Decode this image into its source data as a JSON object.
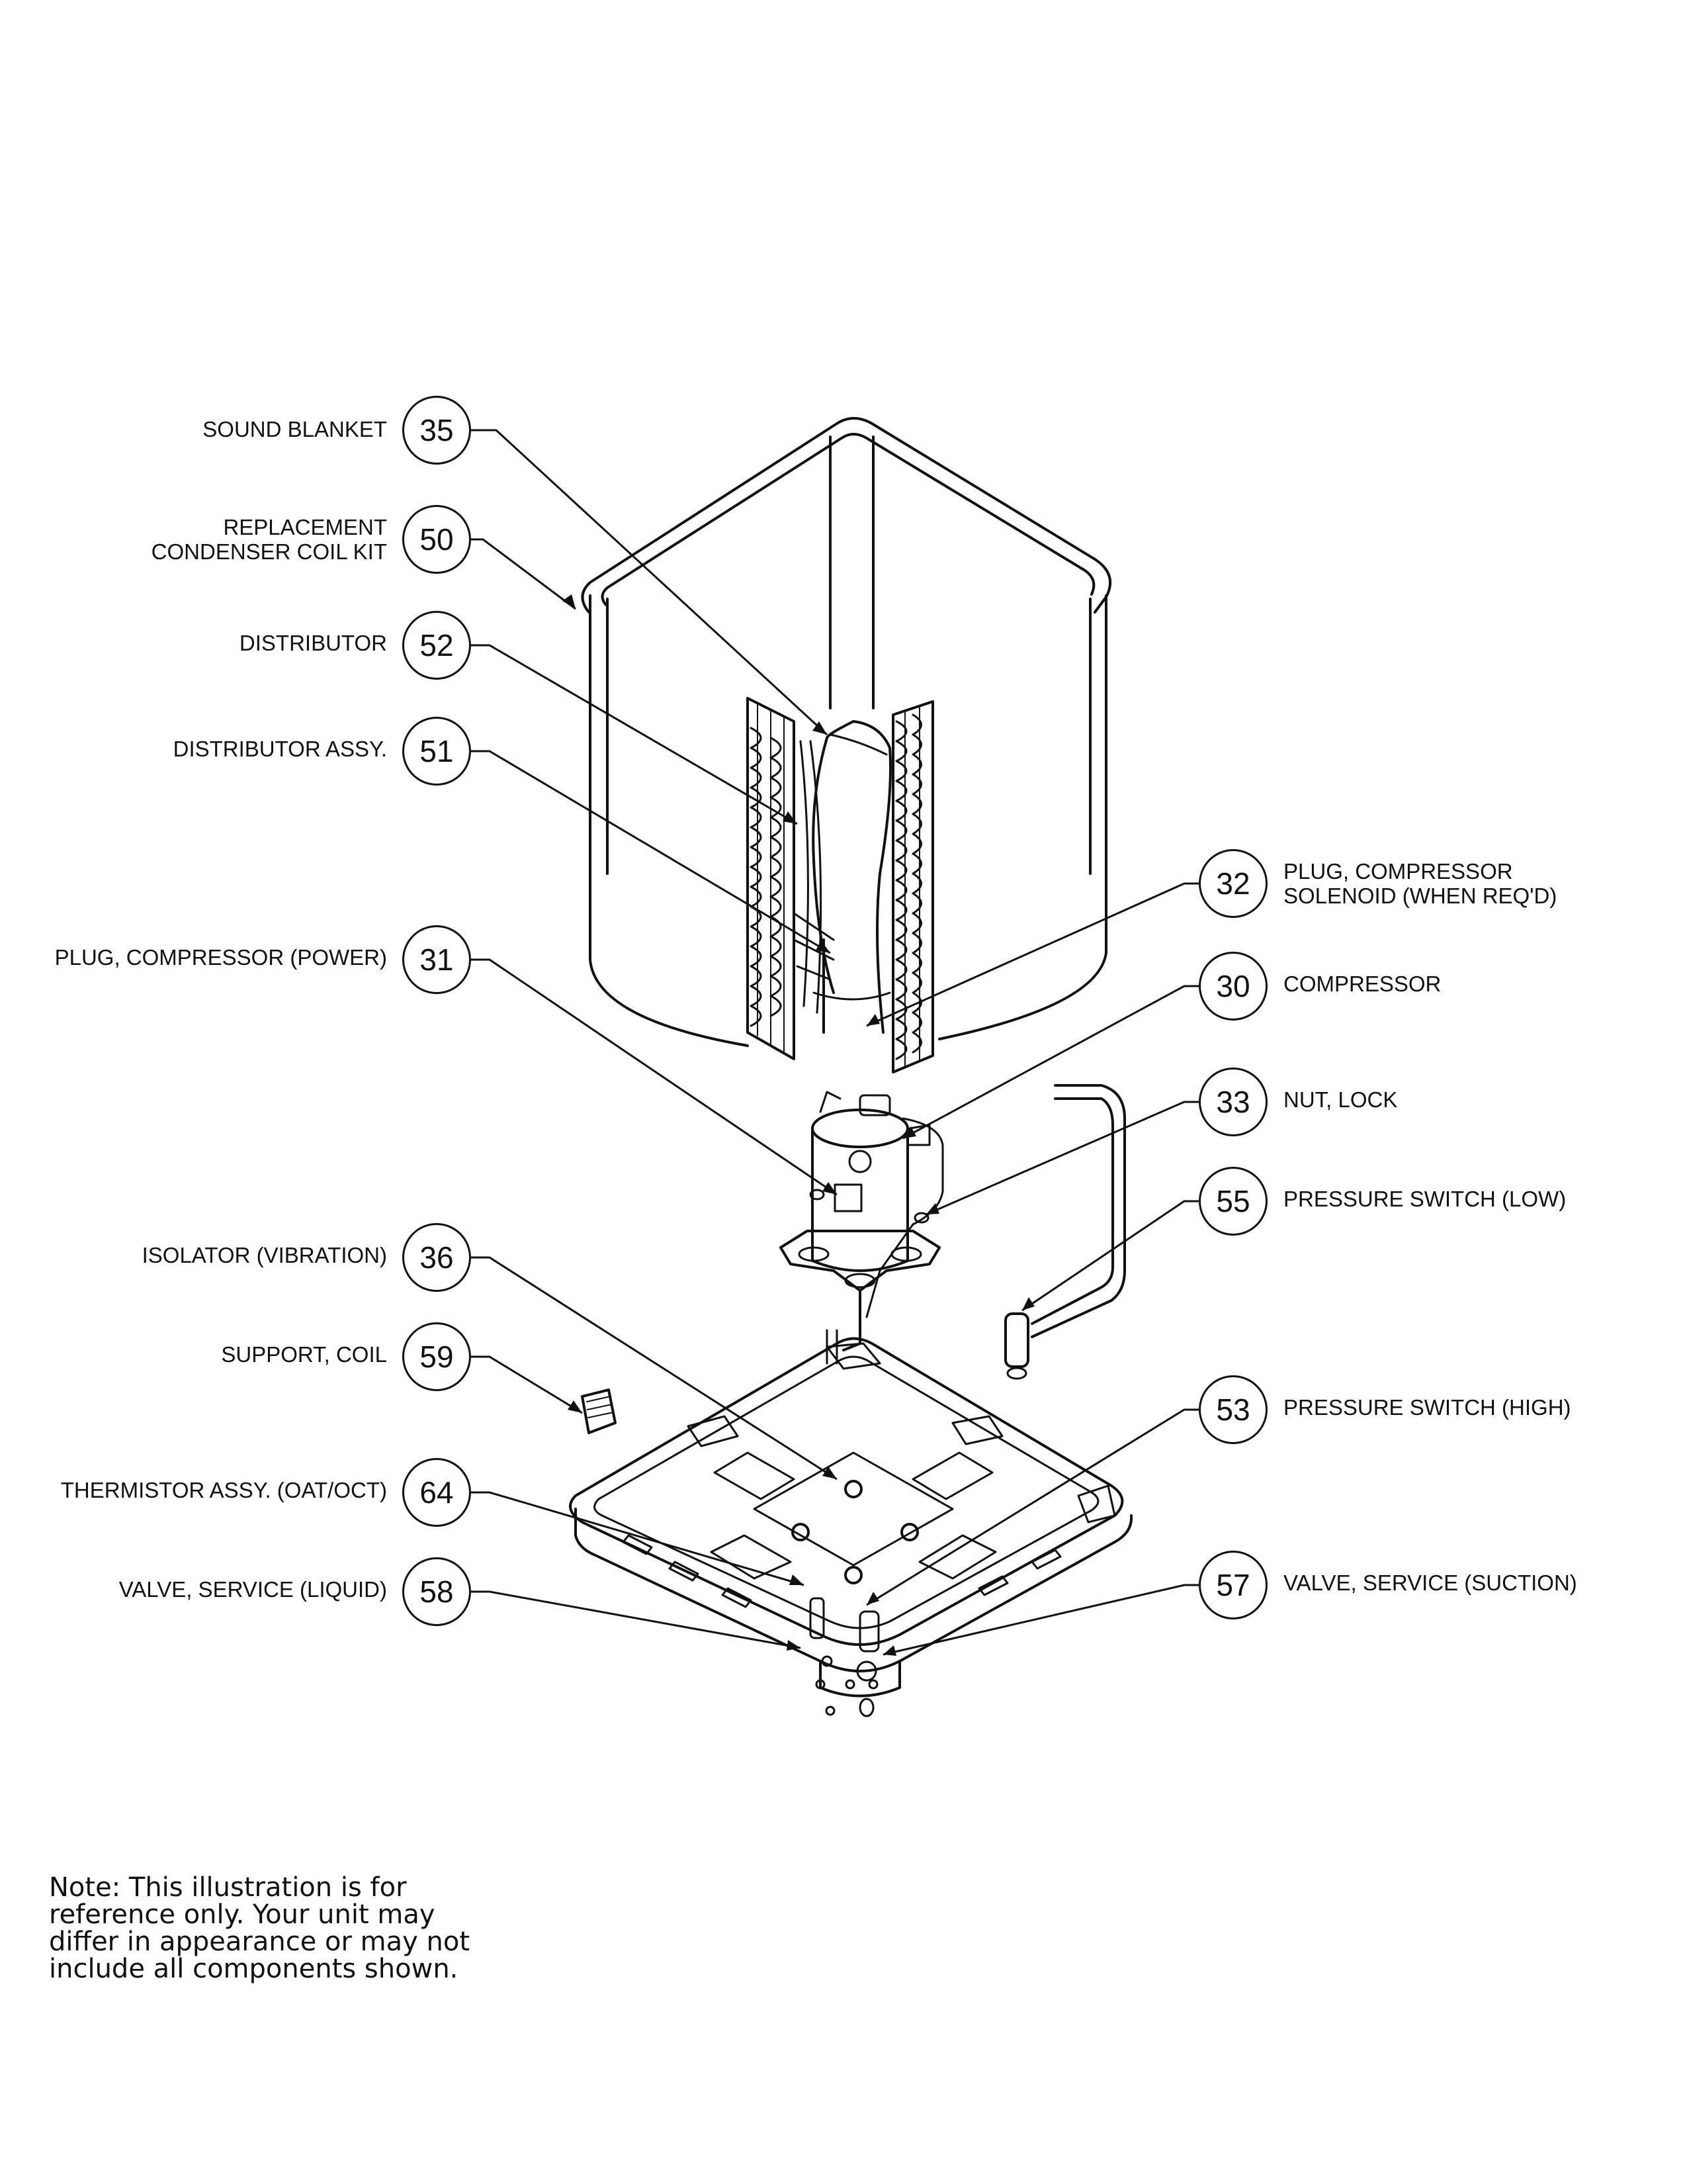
{
  "callouts": [
    {
      "num": "35",
      "label": "SOUND BLANKET",
      "side": "left"
    },
    {
      "num": "50",
      "label": "REPLACEMENT\nCONDENSER COIL KIT",
      "side": "left"
    },
    {
      "num": "52",
      "label": "DISTRIBUTOR",
      "side": "left"
    },
    {
      "num": "51",
      "label": "DISTRIBUTOR ASSY.",
      "side": "left"
    },
    {
      "num": "31",
      "label": "PLUG, COMPRESSOR (POWER)",
      "side": "left"
    },
    {
      "num": "36",
      "label": "ISOLATOR (VIBRATION)",
      "side": "left"
    },
    {
      "num": "59",
      "label": "SUPPORT, COIL",
      "side": "left"
    },
    {
      "num": "64",
      "label": "THERMISTOR ASSY. (OAT/OCT)",
      "side": "left"
    },
    {
      "num": "58",
      "label": "VALVE, SERVICE (LIQUID)",
      "side": "left"
    },
    {
      "num": "32",
      "label": "PLUG, COMPRESSOR\nSOLENOID (WHEN REQ'D)",
      "side": "right"
    },
    {
      "num": "30",
      "label": "COMPRESSOR",
      "side": "right"
    },
    {
      "num": "33",
      "label": "NUT, LOCK",
      "side": "right"
    },
    {
      "num": "55",
      "label": "PRESSURE SWITCH (LOW)",
      "side": "right"
    },
    {
      "num": "53",
      "label": "PRESSURE SWITCH (HIGH)",
      "side": "right"
    },
    {
      "num": "57",
      "label": "VALVE, SERVICE (SUCTION)",
      "side": "right"
    }
  ],
  "note": "Note: This illustration is for\nreference only. Your unit may\ndiffer in appearance or may not\ninclude all components shown."
}
